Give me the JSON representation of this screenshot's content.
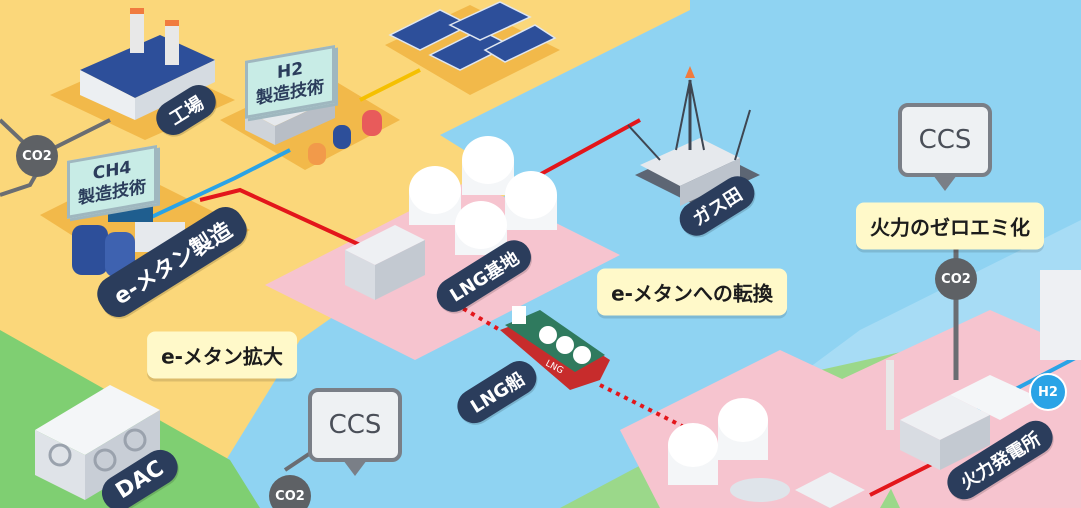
{
  "badges": {
    "factory": "工場",
    "emethane_production": "e-メタン製造",
    "lng_terminal": "LNG基地",
    "gas_field": "ガス田",
    "lng_ship": "LNG船",
    "dac": "DAC",
    "thermal_plant": "火力発電所"
  },
  "notes": {
    "conversion": "e-メタンへの転換",
    "expansion": "e-メタン拡大",
    "zero_emission": "火力のゼロエミ化"
  },
  "plates": {
    "h2_line1": "H2",
    "h2_line2": "製造技術",
    "ch4_line1": "CH4",
    "ch4_line2": "製造技術"
  },
  "bubbles": {
    "ccs_right": "CCS",
    "ccs_left": "CCS"
  },
  "chips": {
    "co2_left": "CO2",
    "co2_right": "CO2",
    "co2_bottom": "CO2",
    "h2": "H2"
  },
  "ship_hull_text": "LNG",
  "colors": {
    "sea": "#8fd3f2",
    "land_yellow": "#fbd77a",
    "land_green": "#7fcf72",
    "site_pink": "#f6c4cf",
    "badge_navy": "#2b3d5c",
    "pipe_red": "#e3161b"
  }
}
